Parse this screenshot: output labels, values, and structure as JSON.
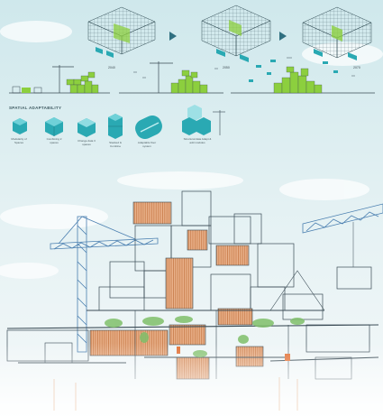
{
  "stages": [
    {
      "year": "2040"
    },
    {
      "year": "2050"
    },
    {
      "year": "2070"
    }
  ],
  "spatial_adaptability": {
    "title": "SPATIAL ADAPTABILITY",
    "items": [
      {
        "label": "Modularity of Spaces",
        "icon": "single-module-icon"
      },
      {
        "label": "Combining 2 spaces",
        "icon": "combined-module-icon"
      },
      {
        "label": "Change data 3 spaces",
        "icon": "three-module-icon"
      },
      {
        "label": "Stacked & Combine",
        "icon": "stacked-module-icon"
      },
      {
        "label": "Adaptable floor system",
        "icon": "floor-system-icon"
      },
      {
        "label": "Structural data Adapt & add modules",
        "icon": "crane-module-icon"
      }
    ]
  },
  "colors": {
    "sky": "#dcecef",
    "teal": "#2aa9b3",
    "green": "#8ccf3e",
    "timber": "#d58a55",
    "line": "#3a4b55",
    "crane": "#4a7fb0"
  }
}
